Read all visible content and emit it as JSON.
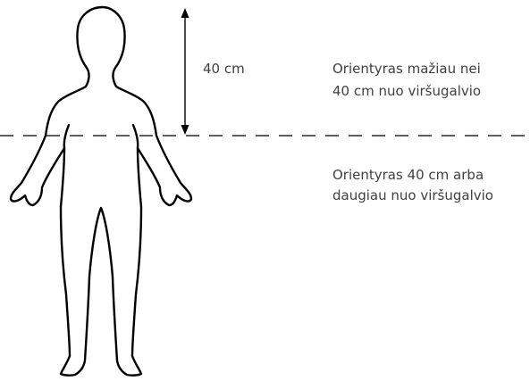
{
  "measurement": {
    "distance_label": "40 cm"
  },
  "zones": {
    "upper": {
      "line1": "Orientyras mažiau nei",
      "line2": "40 cm nuo viršugalvio"
    },
    "lower": {
      "line1": "Orientyras 40 cm arba",
      "line2": "daugiau nuo viršugalvio"
    }
  },
  "colors": {
    "stroke": "#000000",
    "text": "#404040",
    "background": "#ffffff"
  }
}
